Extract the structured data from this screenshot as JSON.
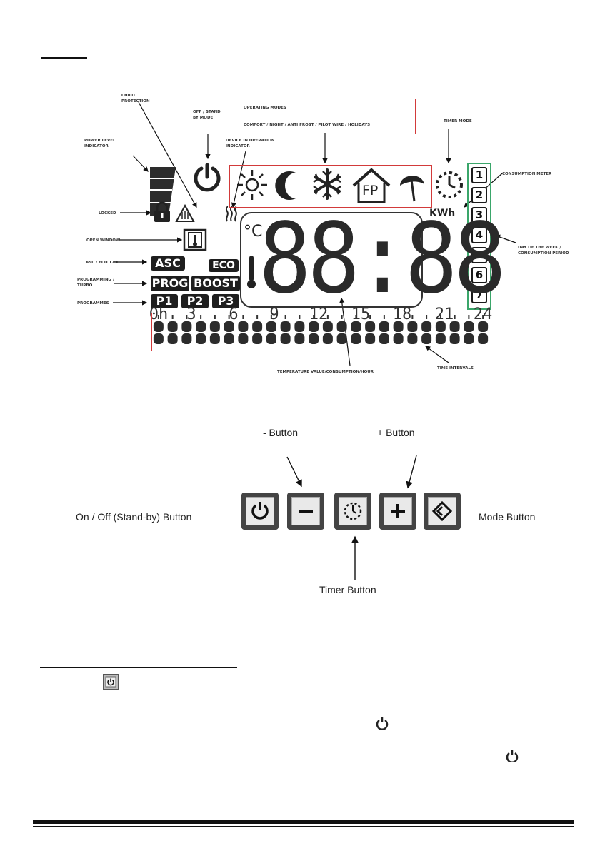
{
  "display": {
    "callouts": {
      "child_protection": "CHILD PROTECTION",
      "off_standby": "OFF / STAND BY MODE",
      "operating_modes_title": "OPERATING MODES",
      "operating_modes_list": "COMFORT / NIGHT / ANTI FROST / PILOT WIRE / HOLIDAYS",
      "timer_mode": "TIMER MODE",
      "power_level": "POWER LEVEL INDICATOR",
      "device_in_operation": "DEVICE IN OPERATION INDICATOR",
      "consumption_meter": "CONSUMPTION METER",
      "locked": "LOCKED",
      "open_window": "OPEN WINDOW",
      "asc_eco": "ASC / ECO 17°C",
      "programming_turbo": "PROGRAMMING / TURBO",
      "programmes": "PROGRAMMES",
      "day_of_week": "DAY OF THE WEEK / CONSUMPTION PERIOD",
      "temperature_value": "TEMPERATURE VALUE/CONSUMPTION/HOUR",
      "time_intervals": "TIME INTERVALS"
    },
    "lcd": {
      "fp_label": "FP",
      "kwh": "KWh",
      "celsius": "°C",
      "digits": "88:88",
      "asc": "ASC",
      "eco": "ECO",
      "prog": "PROG",
      "boost": "BOOST",
      "p1": "P1",
      "p2": "P2",
      "p3": "P3",
      "days": [
        "1",
        "2",
        "3",
        "4",
        "5",
        "6",
        "7"
      ],
      "hours": [
        "0h",
        "3",
        "6",
        "9",
        "12",
        "15",
        "18",
        "21",
        "24"
      ],
      "segment_count": 24
    }
  },
  "buttons": {
    "minus_label": "- Button",
    "plus_label": "+ Button",
    "onoff_label": "On / Off (Stand-by) Button",
    "mode_label": "Mode Button",
    "timer_label": "Timer Button"
  },
  "colors": {
    "callout_box": "#d23a3a",
    "days_box": "#3aa66a",
    "lcd_dark": "#1e1e1e"
  }
}
